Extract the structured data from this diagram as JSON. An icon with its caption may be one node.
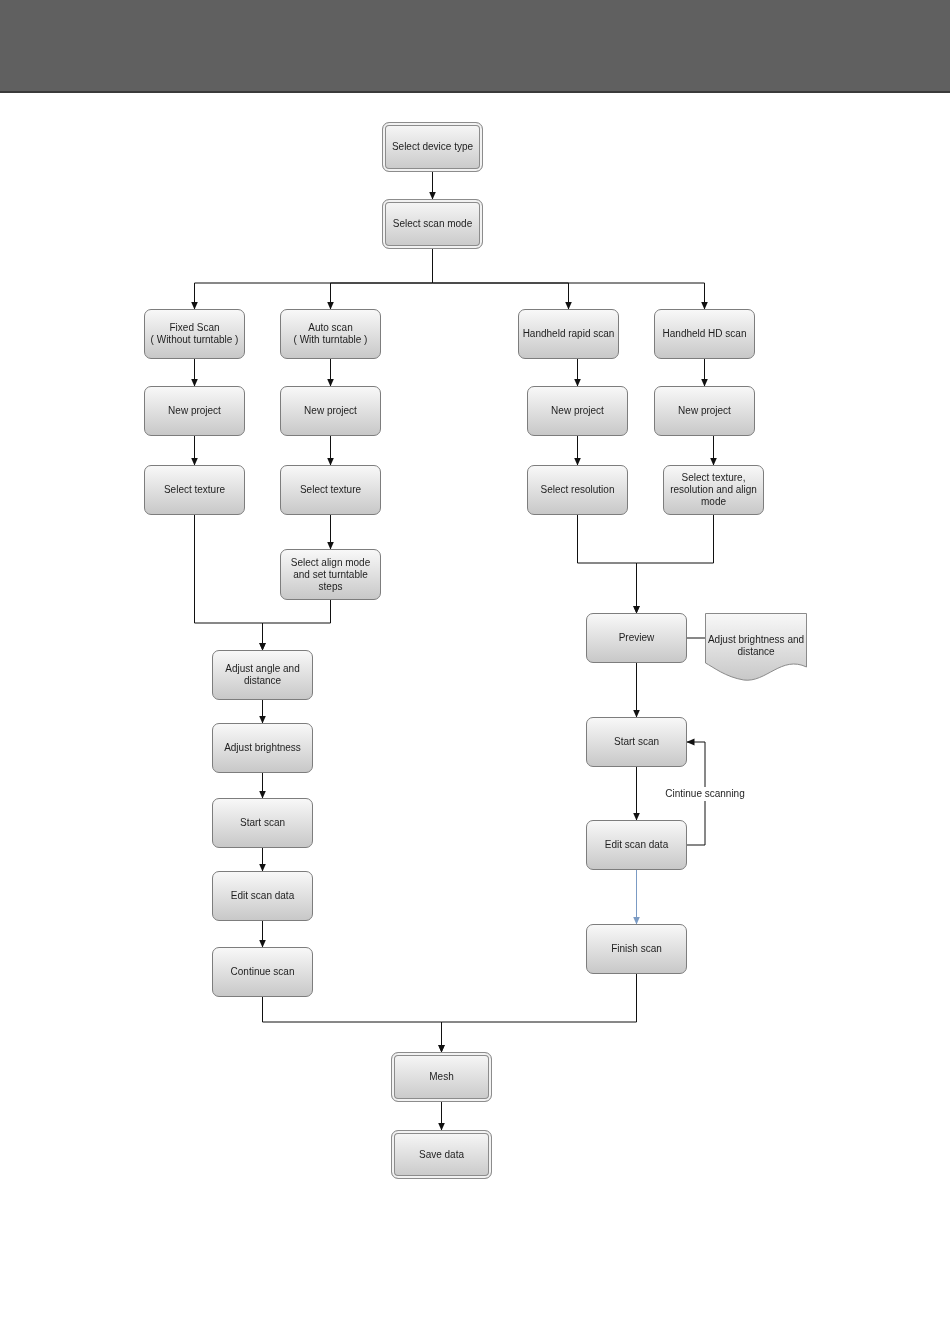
{
  "diagram": {
    "nodes": [
      {
        "text": [
          "Select device type"
        ]
      },
      {
        "text": [
          "Select scan mode"
        ]
      },
      {
        "text": [
          "Fixed Scan",
          "( Without turntable )"
        ]
      },
      {
        "text": [
          "Auto scan",
          "( With turntable )"
        ]
      },
      {
        "text": [
          "Handheld rapid scan"
        ]
      },
      {
        "text": [
          "Handheld HD scan"
        ]
      },
      {
        "text": [
          "New project"
        ]
      },
      {
        "text": [
          "New project"
        ]
      },
      {
        "text": [
          "New project"
        ]
      },
      {
        "text": [
          "New project"
        ]
      },
      {
        "text": [
          "Select texture"
        ]
      },
      {
        "text": [
          "Select texture"
        ]
      },
      {
        "text": [
          "Select resolution"
        ]
      },
      {
        "text": [
          "Select texture, resolution and align mode"
        ]
      },
      {
        "text": [
          "Select align mode and set turntable steps"
        ]
      },
      {
        "text": [
          "Adjust angle and distance"
        ]
      },
      {
        "text": [
          "Preview"
        ]
      },
      {
        "text": [
          "Adjust brightness and distance"
        ]
      },
      {
        "text": [
          "Adjust brightness"
        ]
      },
      {
        "text": [
          "Start scan"
        ]
      },
      {
        "text": [
          "Start scan"
        ]
      },
      {
        "text": [
          "Edit scan data"
        ]
      },
      {
        "text": [
          "Edit scan data"
        ]
      },
      {
        "text": [
          "Continue scan"
        ]
      },
      {
        "text": [
          "Finish scan"
        ]
      },
      {
        "text": [
          "Mesh"
        ]
      },
      {
        "text": [
          "Save data"
        ]
      }
    ],
    "edges": [
      {
        "from": 0,
        "to": 1,
        "arrow": "to"
      },
      {
        "from": 1,
        "to": 2,
        "arrow": "to"
      },
      {
        "from": 1,
        "to": 3,
        "arrow": "to"
      },
      {
        "from": 1,
        "to": 4,
        "arrow": "to"
      },
      {
        "from": 1,
        "to": 5,
        "arrow": "to"
      },
      {
        "from": 2,
        "to": 6,
        "arrow": "to"
      },
      {
        "from": 3,
        "to": 7,
        "arrow": "to"
      },
      {
        "from": 4,
        "to": 8,
        "arrow": "to"
      },
      {
        "from": 5,
        "to": 9,
        "arrow": "to"
      },
      {
        "from": 6,
        "to": 10,
        "arrow": "to"
      },
      {
        "from": 7,
        "to": 11,
        "arrow": "to"
      },
      {
        "from": 8,
        "to": 12,
        "arrow": "to"
      },
      {
        "from": 9,
        "to": 13,
        "arrow": "to"
      },
      {
        "from": 11,
        "to": 14,
        "arrow": "to"
      },
      {
        "from": 10,
        "to": 15,
        "arrow": "to"
      },
      {
        "from": 14,
        "to": 15,
        "arrow": "to"
      },
      {
        "from": 12,
        "to": 16,
        "arrow": "to"
      },
      {
        "from": 13,
        "to": 16,
        "arrow": "to"
      },
      {
        "from": 16,
        "to": 17,
        "arrow": "none"
      },
      {
        "from": 15,
        "to": 18,
        "arrow": "to"
      },
      {
        "from": 18,
        "to": 19,
        "arrow": "to"
      },
      {
        "from": 19,
        "to": 21,
        "arrow": "to"
      },
      {
        "from": 21,
        "to": 23,
        "arrow": "to"
      },
      {
        "from": 16,
        "to": 20,
        "arrow": "to"
      },
      {
        "from": 20,
        "to": 22,
        "arrow": "to"
      },
      {
        "from": 22,
        "to": 20,
        "arrow": "to",
        "label": "Cintinue scanning"
      },
      {
        "from": 22,
        "to": 24,
        "arrow": "to",
        "color": "#7b9bc4"
      },
      {
        "from": 23,
        "to": 25,
        "arrow": "to"
      },
      {
        "from": 24,
        "to": 25,
        "arrow": "to"
      },
      {
        "from": 25,
        "to": 26,
        "arrow": "to"
      }
    ]
  }
}
